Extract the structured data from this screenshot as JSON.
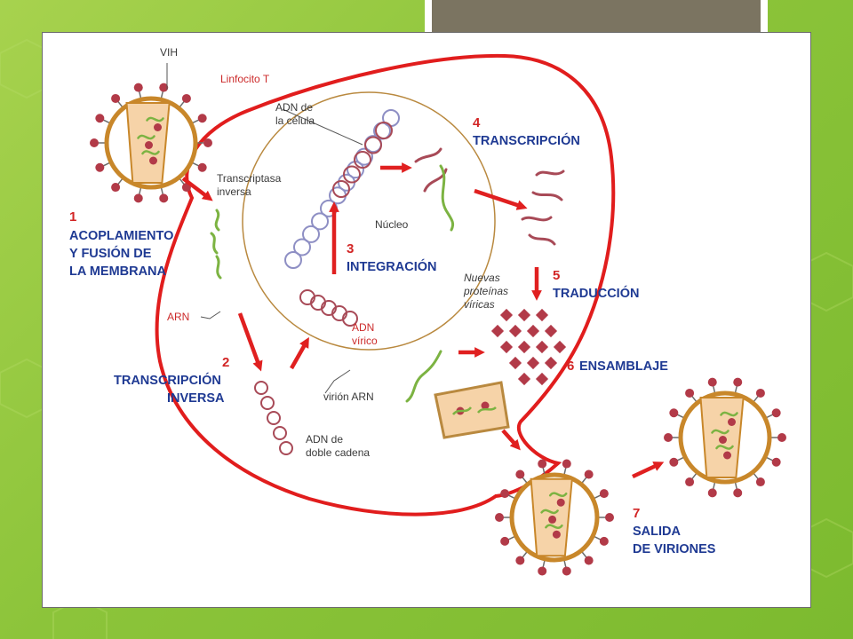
{
  "colors": {
    "background": "#8cc43a",
    "title_strip": "#7b7461",
    "cell_membrane": "#e11d1d",
    "nucleus_membrane": "#b9893f",
    "virus_envelope": "#c8872a",
    "capsid_fill": "#f6d3a8",
    "spike": "#b23a48",
    "rna": "#7cb342",
    "dna": "#a84a57",
    "cell_dna": "#8e8fc4",
    "arrow": "#e02020",
    "step_title": "#1f3a93",
    "step_number": "#d22525"
  },
  "labels": {
    "vih": "VIH",
    "linfocito": "Linfocito T",
    "adn_celula_1": "ADN de",
    "adn_celula_2": "la célula",
    "transcriptasa_1": "Transcriptasa",
    "transcriptasa_2": "inversa",
    "nucleo": "Núcleo",
    "arn": "ARN",
    "adn_virico_1": "ADN",
    "adn_virico_2": "vírico",
    "adn_doble_1": "ADN de",
    "adn_doble_2": "doble cadena",
    "nuevas_1": "Nuevas",
    "nuevas_2": "proteínas",
    "nuevas_3": "víricas",
    "virion_arn": "virión ARN"
  },
  "steps": [
    {
      "number": "1",
      "title_lines": [
        "ACOPLAMIENTO",
        "Y FUSIÓN DE",
        "LA MEMBRANA"
      ]
    },
    {
      "number": "2",
      "title_lines": [
        "TRANSCRIPCIÓN",
        "INVERSA"
      ]
    },
    {
      "number": "3",
      "title_lines": [
        "INTEGRACIÓN"
      ]
    },
    {
      "number": "4",
      "title_lines": [
        "TRANSCRIPCIÓN"
      ]
    },
    {
      "number": "5",
      "title_lines": [
        "TRADUCCIÓN"
      ]
    },
    {
      "number": "6",
      "title_lines": [
        "ENSAMBLAJE"
      ]
    },
    {
      "number": "7",
      "title_lines": [
        "SALIDA",
        "DE VIRIONES"
      ]
    }
  ]
}
